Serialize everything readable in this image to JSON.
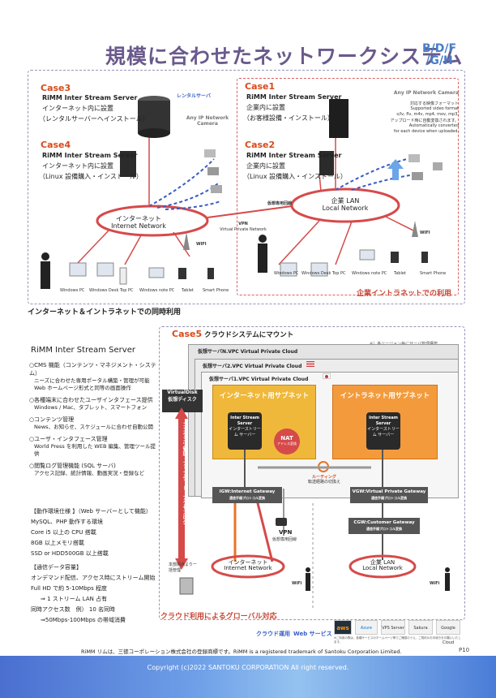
{
  "header": {
    "title": "規模に合わせたネットワークシステム",
    "models": "B/D/F /G/H"
  },
  "top_diagram": {
    "case3": {
      "heading": "Case3",
      "server": "RiMM Inter Stream Server",
      "desc1": "インターネット内に設置",
      "desc2": "（レンタルサーバーへインストール）",
      "server_label": "レンタルサーバ"
    },
    "case4": {
      "heading": "Case4",
      "server": "RiMM Inter Stream Server",
      "desc1": "インターネット内に設置",
      "desc2": "（Linux 設備購入・インストール）"
    },
    "case1": {
      "heading": "Case1",
      "server": "RiMM Inter Stream Server",
      "desc1": "企業内に設置",
      "desc2": "（お客様設備・インストール）"
    },
    "case2": {
      "heading": "Case2",
      "server": "RiMM Inter Stream Server",
      "desc1": "企業内に設置",
      "desc2": "（Linux 設備購入・インストール）"
    },
    "camera_label": "Any IP Network Camera",
    "camera_label_right": "Any IP Network Camera",
    "format1": "対応する映像フォーマット",
    "format2": "Supported video format",
    "format3": "s/lv, flv, m4v, mp4, mov, mp3,",
    "format4": "アップロード時に自動変換されます。",
    "format5": "Automatically converted",
    "format6": "for each device when uploaded.",
    "internet": "インターネット",
    "internet_en": "Internet Network",
    "lan": "企業 LAN",
    "lan_en": "Local Network",
    "vpn": "VPN",
    "vpn_en": "Virtual Private Network",
    "dedicated_line": "仮想専用回線",
    "wifi": "WIFI",
    "wifi2": "WIFI",
    "devices_left": [
      "Windows PC",
      "Windows Desk Top PC",
      "Windows note PC",
      "Tablet",
      "Smart Phone"
    ],
    "devices_right": [
      "Windows PC",
      "Windows Desk Top PC",
      "Windows note PC",
      "Tablet",
      "Smart Phone"
    ],
    "intranet_caption": "企業イントラネットでの利用",
    "combined_caption": "インターネット＆イントラネットでの同時利用"
  },
  "features": {
    "heading": "RiMM Inter Stream Server",
    "items": [
      {
        "title": "CMS 機能（コンテンツ・マネジメント・システム）",
        "body": [
          "ニーズに合わせた専用ポータル構築・管理が可能",
          "Web ホームページ形式と同等の画面操作"
        ]
      },
      {
        "title": "各種端末に合わせたユーザインタフェース提供",
        "body": [
          "Windows / Mac、タブレット、スマートフォン"
        ]
      },
      {
        "title": "コンテンツ管理",
        "body": [
          "News、お知らせ、スケジュールに合わせ自動公開"
        ]
      },
      {
        "title": "ユーザ・インタフェース管理",
        "body": [
          "World Press を利用した WEB 編集、管理ツール提供"
        ]
      },
      {
        "title": "閲覧ログ管理機能 (SQL サーバ)",
        "body": [
          "アクセス記録、統計情報、動画実況・登録など"
        ]
      }
    ]
  },
  "specs": {
    "env_title": "【動作環境仕様 】（Web サーバーとして機能）",
    "env": [
      "MySQL、PHP 動作する環境",
      "Core i5 以上の CPU 搭載",
      "8GB 以上メモリ搭載",
      "SSD or HDD500GB 以上搭載"
    ],
    "data_title": "【通信データ容量】",
    "data": [
      "オンデマンド配信、アクセス時にストリーム開始",
      "Full HD で約 5-10Mbps 程度",
      "⇒ 1 ストリーム LAN 占有",
      "同時アクセス数　例） 10 名同時",
      "⇒50Mbps-100Mbps の帯域消費"
    ]
  },
  "cloud": {
    "heading": "Case5",
    "title": "クラウドシステムにマウント",
    "note": "※）各リージョン毎にサーバ管理構築",
    "vpc_n": "仮想サーバN.VPC Virtual Private Cloud",
    "vpc_2": "仮想サーバ2.VPC Virtual Private Cloud",
    "vpc_1": "仮想サーバ1.VPC Virtual Private Cloud",
    "vdisk1": "VirtualDisk",
    "vdisk2": "仮想ディスク",
    "subnet_internet": "インターネット用サブネット",
    "subnet_intranet": "イントラネット用サブネット",
    "server1": "Inter Stream Server",
    "server1_jp": "インターストリーム サーバー",
    "server2": "Inter Stream Server",
    "server2_jp": "インターストリーム サーバー",
    "nat": "NAT",
    "nat_sub": "アドレス変換",
    "routing": "ルーティング",
    "routing_sub": "転送経路の切換え",
    "igw": "IGW:Internet Gateway",
    "igw_sub": "通信手順プロトコル変換",
    "vgw": "VGW:Virtual Private Gateway",
    "vgw_sub": "通信手順プロトコル変換",
    "cgw": "CGW:Customer Gateway",
    "cgw_sub": "通信手順プロトコル変換",
    "vertical": "コンテンツ管理・アップデート・アクセスログ",
    "hq": "本部拠点より一括管理",
    "vpn": "VPN",
    "vpn_sub": "仮想専用回線",
    "internet": "インターネット",
    "internet_en": "Internet Network",
    "lan": "企業 LAN",
    "lan_en": "Local Network",
    "wifi": "WiFi",
    "wifi2": "WiFi",
    "caption": "クラウド利用によるグローバル対応",
    "cloud_ops": "クラウド運用",
    "web": "Web サービス",
    "logos": [
      "aws",
      "Azure",
      "VPS Server",
      "Sakura",
      "Google Cloud"
    ],
    "fine_print": "※ご利用の際は、各種サービスのホームページ等でご確認のうえ、ご契約のお手続きをお願いいたします。"
  },
  "footer": {
    "trademark": "RiMM リムは、三徳コーポレーション株式会社の登録商標です。RiMM is a registered trademark of Santoku Corporation Limited.",
    "page": "P10",
    "copyright": "Copyright (c)2022 SANTOKU CORPORATION All right reserved."
  },
  "colors": {
    "title": "#6a5a8c",
    "accent_red": "#d84a1a",
    "subnet_yellow": "#f0b83a",
    "subnet_orange": "#f39b3c",
    "network_ring": "#d64a4a"
  }
}
